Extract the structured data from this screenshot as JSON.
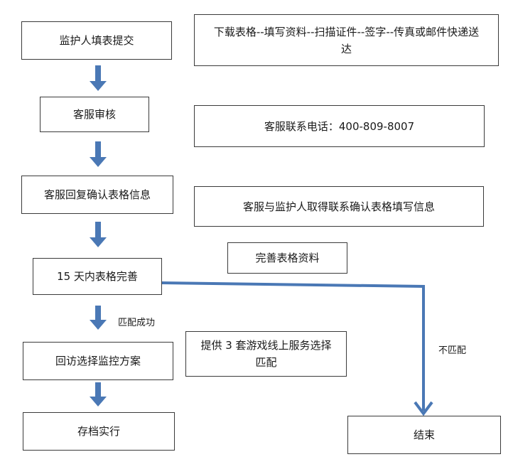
{
  "colors": {
    "arrow": "#4a78b5",
    "border": "#3a3a3a",
    "text": "#1a1a1a"
  },
  "steps": {
    "submit": "监护人填表提交",
    "review": "客服审核",
    "confirm": "客服回复确认表格信息",
    "complete15": "15 天内表格完善",
    "callback": "回访选择监控方案",
    "archive": "存档实行",
    "end": "结束"
  },
  "notes": {
    "submit": "下载表格--填写资料--扫描证件--签字--传真或邮件快递送达",
    "review": "客服联系电话：400-809-8007",
    "confirm": "客服与监护人取得联系确认表格填写信息",
    "complete": "完善表格资料",
    "plans": "提供 3 套游戏线上服务选择匹配"
  },
  "labels": {
    "match_success": "匹配成功",
    "no_match": "不匹配"
  }
}
